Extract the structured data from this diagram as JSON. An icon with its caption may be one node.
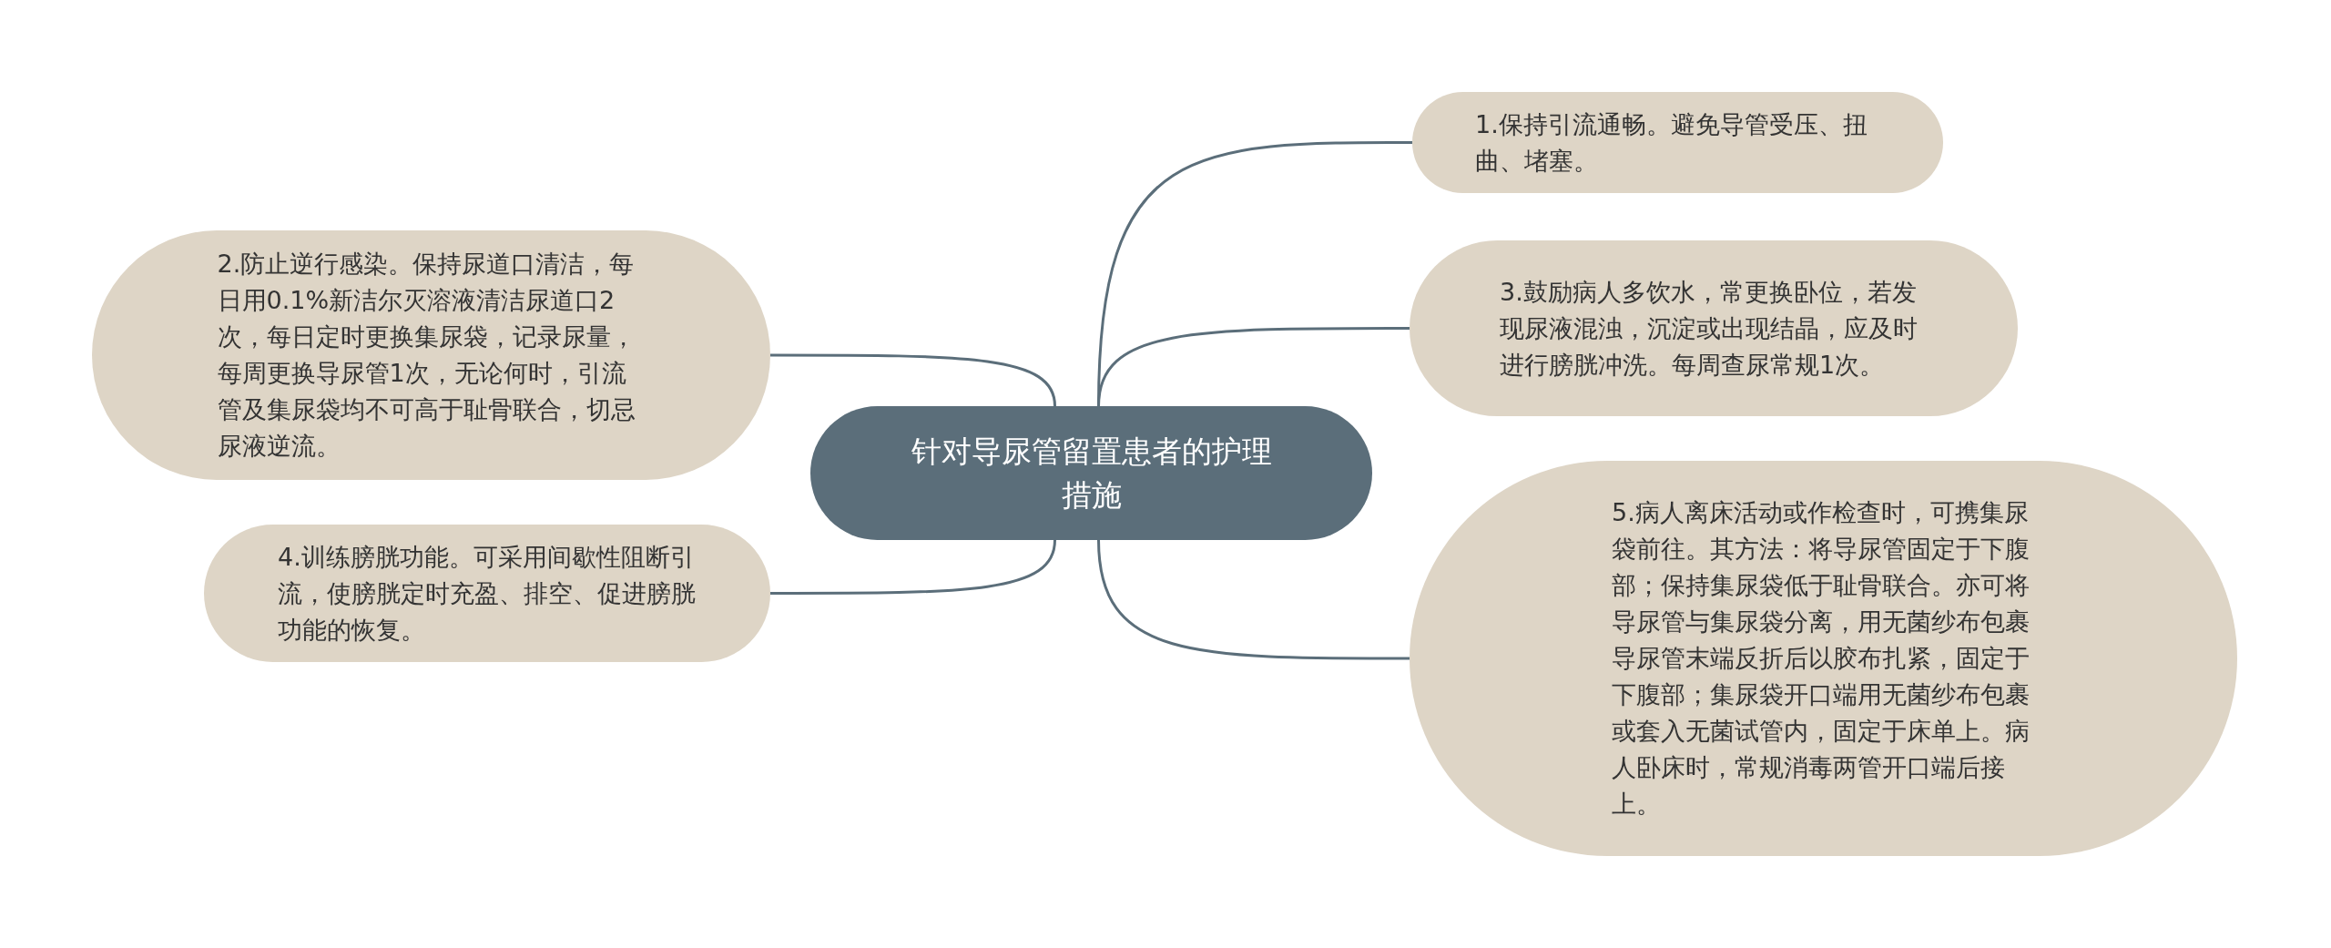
{
  "diagram": {
    "nodes": [
      {
        "text": [
          "针对导尿管留置患者的护理措施"
        ]
      },
      {
        "text": [
          "1.保持引流通畅。避免导管受压、扭曲、堵塞。"
        ]
      },
      {
        "text": [
          "2.防止逆行感染。保持尿道口清洁，每日用0.1%新洁尔灭溶液清洁尿道口2次，每日定时更换集尿袋，记录尿量，每周更换导尿管1次，无论何时，引流管及集尿袋均不可高于耻骨联合，切忌尿液逆流。"
        ]
      },
      {
        "text": [
          "3.鼓励病人多饮水，常更换卧位，若发现尿液混浊，沉淀或出现结晶，应及时进行膀胱冲洗。每周查尿常规1次。"
        ]
      },
      {
        "text": [
          "4.训练膀胱功能。可采用间歇性阻断引流，使膀胱定时充盈、排空、促进膀胱功能的恢复。"
        ]
      },
      {
        "text": [
          "5.病人离床活动或作检查时，可携集尿袋前往。其方法：将导尿管固定于下腹部；保持集尿袋低于耻骨联合。亦可将导尿管与集尿袋分离，用无菌纱布包裹导尿管末端反折后以胶布扎紧，固定于下腹部；集尿袋开口端用无菌纱布包裹或套入无菌试管内，固定于床单上。病人卧床时，常规消毒两管开口端后接上。"
        ]
      }
    ],
    "edges": [
      {
        "from": 0,
        "to": 1,
        "arrow": "none"
      },
      {
        "from": 0,
        "to": 2,
        "arrow": "none"
      },
      {
        "from": 0,
        "to": 3,
        "arrow": "none"
      },
      {
        "from": 0,
        "to": 4,
        "arrow": "none"
      },
      {
        "from": 0,
        "to": 5,
        "arrow": "none"
      }
    ]
  }
}
